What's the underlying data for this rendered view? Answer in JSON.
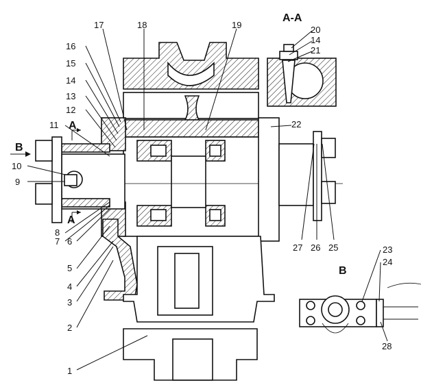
{
  "section_title": "А-А",
  "view_b_title": "В",
  "arrow_a_top": "А",
  "arrow_a_bottom": "А",
  "arrow_b": "В",
  "labels": [
    {
      "id": "1",
      "text": "1"
    },
    {
      "id": "2",
      "text": "2"
    },
    {
      "id": "3",
      "text": "3"
    },
    {
      "id": "4",
      "text": "4"
    },
    {
      "id": "5",
      "text": "5"
    },
    {
      "id": "6",
      "text": "6"
    },
    {
      "id": "7",
      "text": "7"
    },
    {
      "id": "8",
      "text": "8"
    },
    {
      "id": "9",
      "text": "9"
    },
    {
      "id": "10",
      "text": "10"
    },
    {
      "id": "11",
      "text": "11"
    },
    {
      "id": "12",
      "text": "12"
    },
    {
      "id": "13",
      "text": "13"
    },
    {
      "id": "14a",
      "text": "14"
    },
    {
      "id": "15",
      "text": "15"
    },
    {
      "id": "16",
      "text": "16"
    },
    {
      "id": "17",
      "text": "17"
    },
    {
      "id": "18",
      "text": "18"
    },
    {
      "id": "19",
      "text": "19"
    },
    {
      "id": "20",
      "text": "20"
    },
    {
      "id": "14b",
      "text": "14"
    },
    {
      "id": "21",
      "text": "21"
    },
    {
      "id": "22",
      "text": "22"
    },
    {
      "id": "23",
      "text": "23"
    },
    {
      "id": "24",
      "text": "24"
    },
    {
      "id": "25",
      "text": "25"
    },
    {
      "id": "26",
      "text": "26"
    },
    {
      "id": "27",
      "text": "27"
    },
    {
      "id": "28",
      "text": "28"
    }
  ]
}
